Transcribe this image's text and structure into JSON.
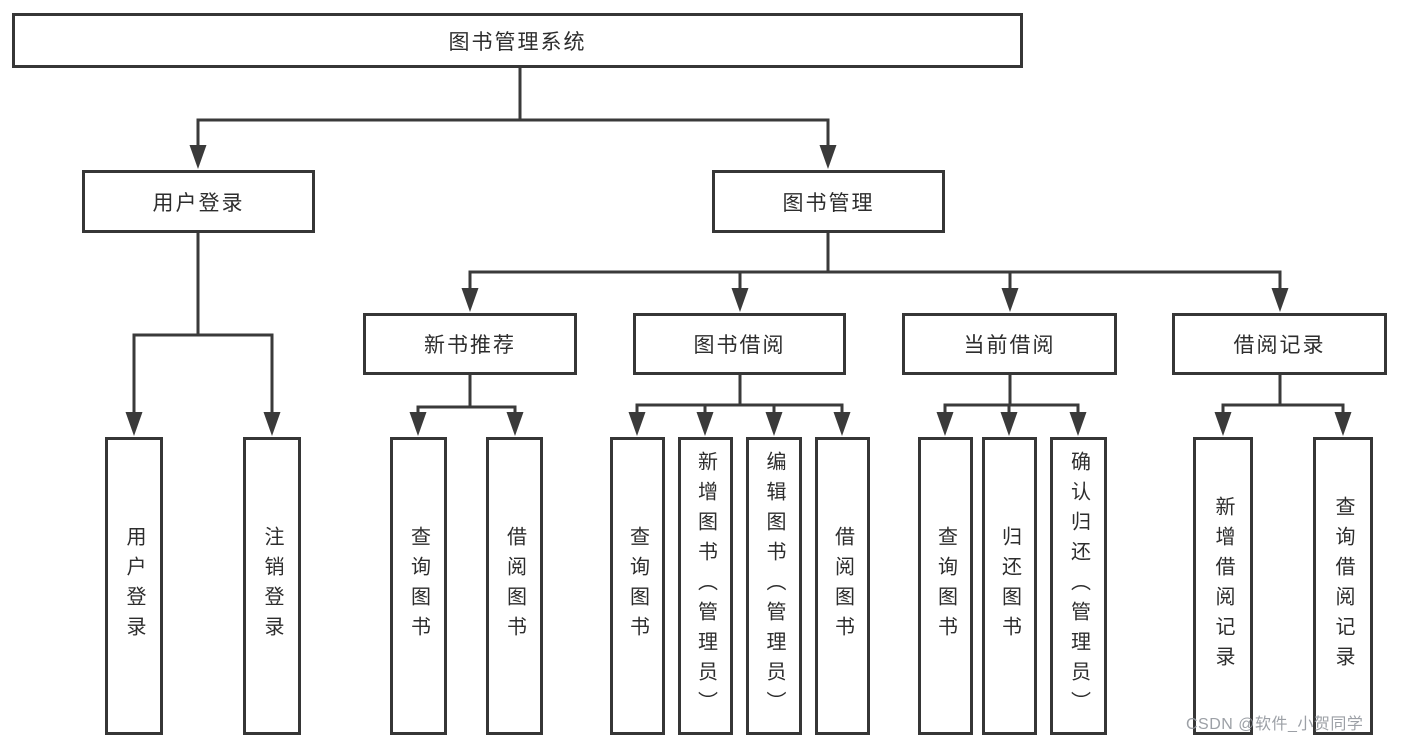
{
  "diagram": {
    "root": {
      "label": "图书管理系统"
    },
    "level2": [
      {
        "label": "用户登录",
        "children": [
          {
            "label": "用户登录"
          },
          {
            "label": "注销登录"
          }
        ]
      },
      {
        "label": "图书管理"
      }
    ],
    "level3": [
      {
        "label": "新书推荐",
        "children": [
          {
            "label": "查询图书"
          },
          {
            "label": "借阅图书"
          }
        ]
      },
      {
        "label": "图书借阅",
        "children": [
          {
            "label": "查询图书"
          },
          {
            "label": "新增图书（管理员）"
          },
          {
            "label": "编辑图书（管理员）"
          },
          {
            "label": "借阅图书"
          }
        ]
      },
      {
        "label": "当前借阅",
        "children": [
          {
            "label": "查询图书"
          },
          {
            "label": "归还图书"
          },
          {
            "label": "确认归还（管理员）"
          }
        ]
      },
      {
        "label": "借阅记录",
        "children": [
          {
            "label": "新增借阅记录"
          },
          {
            "label": "查询借阅记录"
          }
        ]
      }
    ],
    "watermark": "CSDN @软件_小贺同学",
    "colors": {
      "line": "#3a3a3a",
      "border": "#363636",
      "text": "#2d2d2d",
      "watermark": "#94989e",
      "background": "#ffffff"
    }
  }
}
